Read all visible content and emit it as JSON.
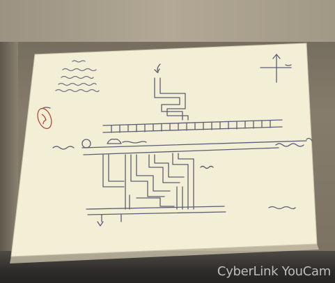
{
  "image": {
    "subject": "hand-drawn map on paper captured by a webcam",
    "colors": {
      "paper": "#f4efd8",
      "ink": "#56586b",
      "red_ink": "#b5483d",
      "desk": "#8a8170"
    }
  },
  "watermark": {
    "brand": "CyberLink",
    "product": "YouCam"
  },
  "legend": {
    "icon": "compass-rose-icon"
  }
}
